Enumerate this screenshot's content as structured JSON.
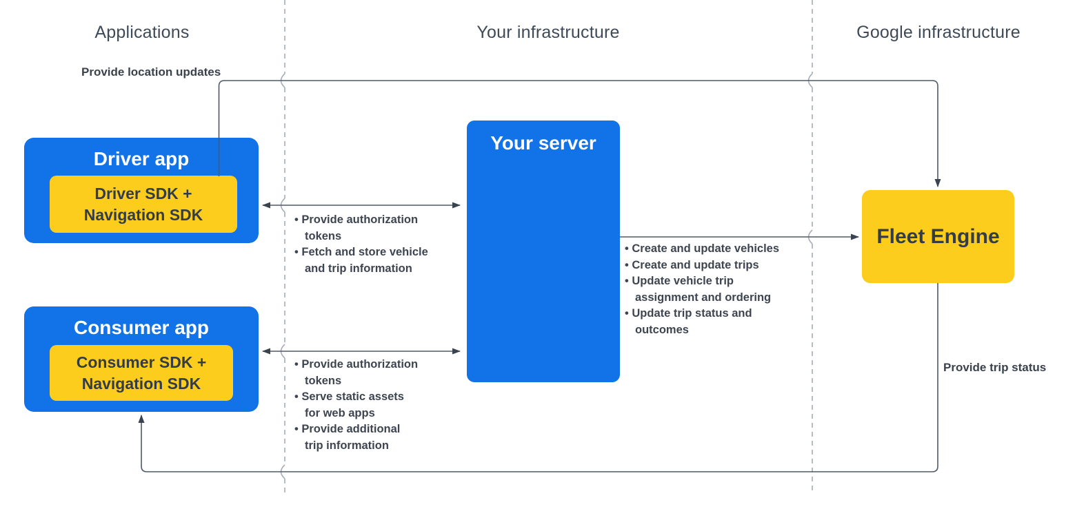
{
  "columns": [
    {
      "label": "Applications"
    },
    {
      "label": "Your infrastructure"
    },
    {
      "label": "Google infrastructure"
    }
  ],
  "nodes": {
    "driver_app": {
      "title": "Driver app",
      "sdk": "Driver SDK +\nNavigation SDK"
    },
    "consumer_app": {
      "title": "Consumer app",
      "sdk": "Consumer SDK +\nNavigation SDK"
    },
    "your_server": {
      "title": "Your server"
    },
    "fleet_engine": {
      "title": "Fleet Engine"
    }
  },
  "edges": {
    "location_updates": {
      "label": "Provide location updates"
    },
    "trip_status": {
      "label": "Provide trip status"
    },
    "driver_server": {
      "bullets": [
        "Provide authorization\ntokens",
        "Fetch and store vehicle\nand trip information"
      ]
    },
    "consumer_server": {
      "bullets": [
        "Provide authorization\ntokens",
        "Serve static assets\nfor web apps",
        "Provide additional\ntrip information"
      ]
    },
    "server_fleet": {
      "bullets": [
        "Create and update vehicles",
        "Create and update trips",
        "Update vehicle trip\nassignment and ordering",
        "Update trip status and\noutcomes"
      ]
    }
  },
  "colors": {
    "node_blue": "#1273e8",
    "node_yellow": "#fccd1d",
    "line": "#4e5866",
    "arrowhead": "#3a4350",
    "dashed_divider": "#b5bcc5",
    "header_text": "#3e4a57",
    "dark_text": "#333c47"
  }
}
